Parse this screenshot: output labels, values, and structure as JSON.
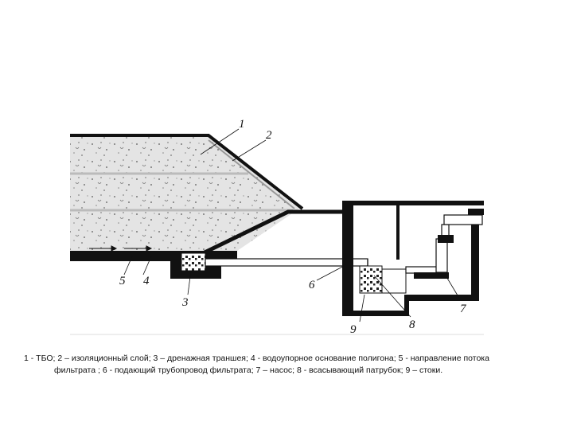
{
  "figure": {
    "labels": {
      "n1": "1",
      "n2": "2",
      "n3": "3",
      "n4": "4",
      "n5": "5",
      "n6": "6",
      "n7": "7",
      "n8": "8",
      "n9": "9"
    }
  },
  "caption": {
    "line1": "1 - ТБО; 2 – изоляционный слой; 3 – дренажная траншея; 4 - водоупорное основание полигона; 5 - направление потока",
    "line2": "фильтрата ; 6 - подающий трубопровод фильтрата; 7 – насос; 8 - всасывающий патрубок; 9 – стоки."
  }
}
